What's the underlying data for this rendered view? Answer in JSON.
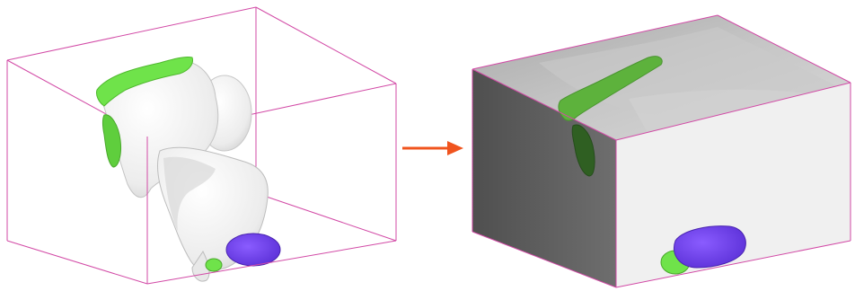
{
  "figure": {
    "left_panel": {
      "subject": "segmented-3d-surface",
      "surface_color": "#f2f2f2",
      "region_colors": {
        "green": "#6fe34a",
        "purple": "#7a4cf0"
      },
      "box_color": "#d24aa6"
    },
    "arrow": {
      "color": "#f0541e",
      "direction": "right"
    },
    "right_panel": {
      "subject": "block-volume",
      "front_face_color": "#f0f0f0",
      "side_face_color": "#5e5e5e",
      "top_face_color": "#bdbdbd",
      "region_colors": {
        "green": "#5db23c",
        "purple": "#7a4cf0"
      },
      "box_color": "#d24aa6"
    }
  }
}
